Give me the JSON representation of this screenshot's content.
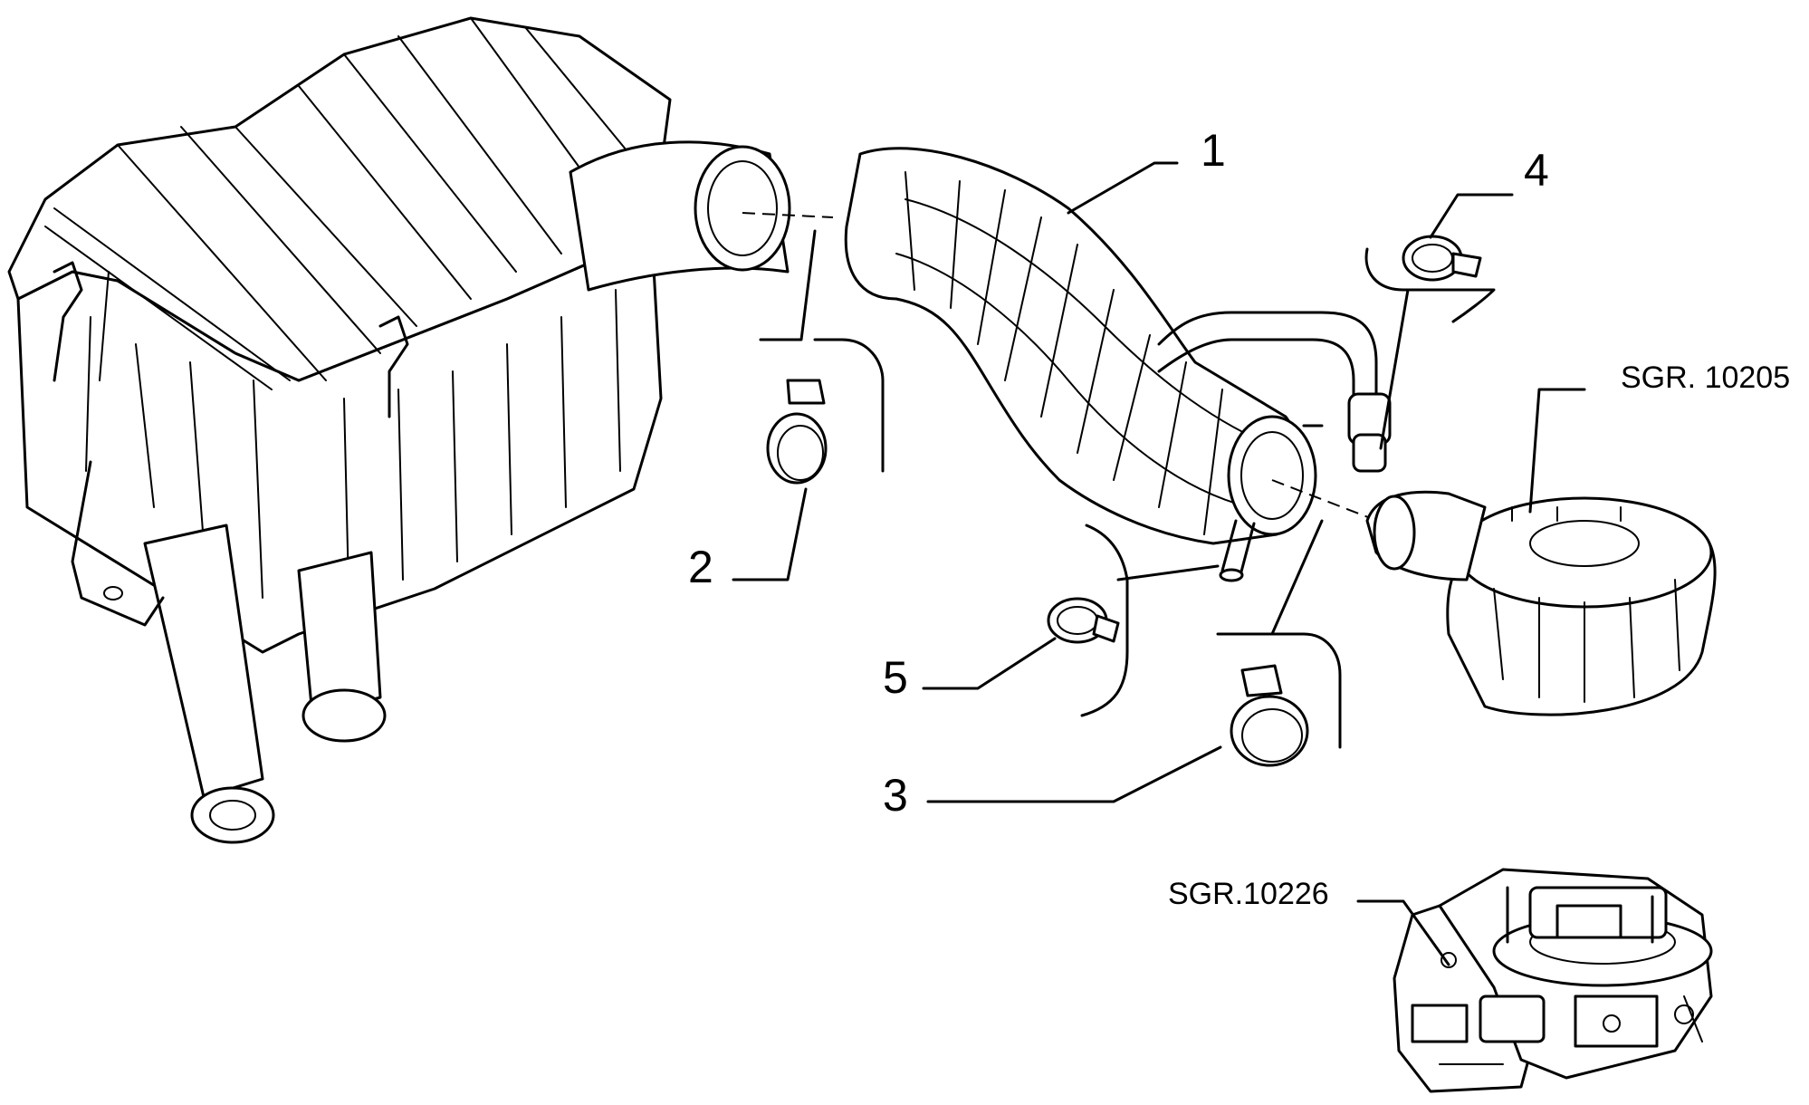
{
  "callouts": [
    {
      "id": "1",
      "label": "1"
    },
    {
      "id": "2",
      "label": "2"
    },
    {
      "id": "3",
      "label": "3"
    },
    {
      "id": "4",
      "label": "4"
    },
    {
      "id": "5",
      "label": "5"
    }
  ],
  "references": {
    "air_cleaner_cover": "SGR. 10205",
    "throttle_body": "SGR.10226"
  }
}
